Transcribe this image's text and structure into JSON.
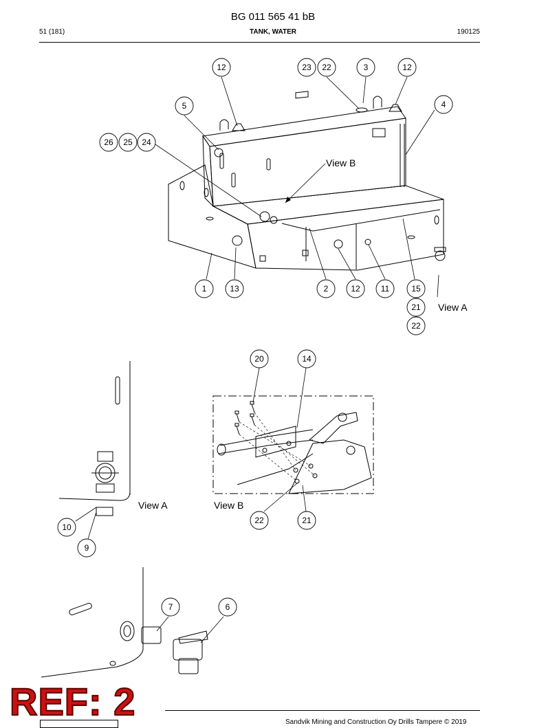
{
  "header": {
    "document_number": "BG 011 565 41 bB",
    "page": "51 (181)",
    "title": "TANK, WATER",
    "date": "190125"
  },
  "footer": {
    "copyright": "Sandvik Mining and Construction Oy Drills Tampere © 2019"
  },
  "stamp": {
    "reference": "REF: 2"
  },
  "views": {
    "view_a": "View A",
    "view_b": "View B"
  },
  "callouts": {
    "main": [
      "12",
      "23",
      "22",
      "3",
      "12",
      "5",
      "4",
      "26",
      "25",
      "24",
      "1",
      "13",
      "2",
      "12",
      "11",
      "15",
      "21",
      "22"
    ],
    "view_b": [
      "20",
      "14",
      "22",
      "21"
    ],
    "view_a": [
      "10",
      "9"
    ],
    "detail": [
      "7",
      "6"
    ]
  },
  "icons": {
    "tank": "water-tank-drawing",
    "valve": "ball-valve-drawing",
    "bracket": "mounting-bracket-drawing"
  }
}
